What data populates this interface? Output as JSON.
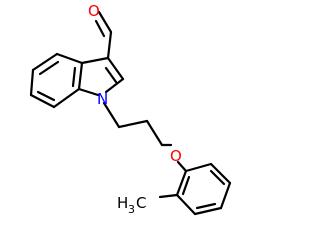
{
  "molecule": {
    "atoms": {
      "oxygen_aldehyde": "O",
      "nitrogen": "N",
      "oxygen_ether": "O",
      "methyl_main": "H",
      "methyl_sub": "3",
      "methyl_c": "C"
    },
    "colors": {
      "bond": "#000000",
      "oxygen": "#ff0000",
      "nitrogen": "#0000ff",
      "carbon_label": "#000000"
    }
  }
}
